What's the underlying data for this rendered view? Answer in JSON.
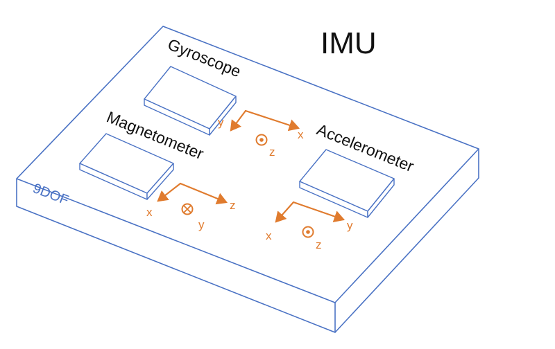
{
  "title": "IMU",
  "board": {
    "label": "9DOF"
  },
  "sensors": {
    "gyroscope": {
      "label": "Gyroscope",
      "axes": [
        "x",
        "y",
        "z"
      ],
      "z_symbol": "out-of-page"
    },
    "magnetometer": {
      "label": "Magnetometer",
      "axes": [
        "x",
        "y",
        "z"
      ],
      "y_symbol": "into-page"
    },
    "accelerometer": {
      "label": "Accelerometer",
      "axes": [
        "x",
        "y",
        "z"
      ],
      "z_symbol": "out-of-page"
    }
  },
  "colors": {
    "board": "#4a72c4",
    "axes": "#e07b2e",
    "text": "#111111"
  }
}
